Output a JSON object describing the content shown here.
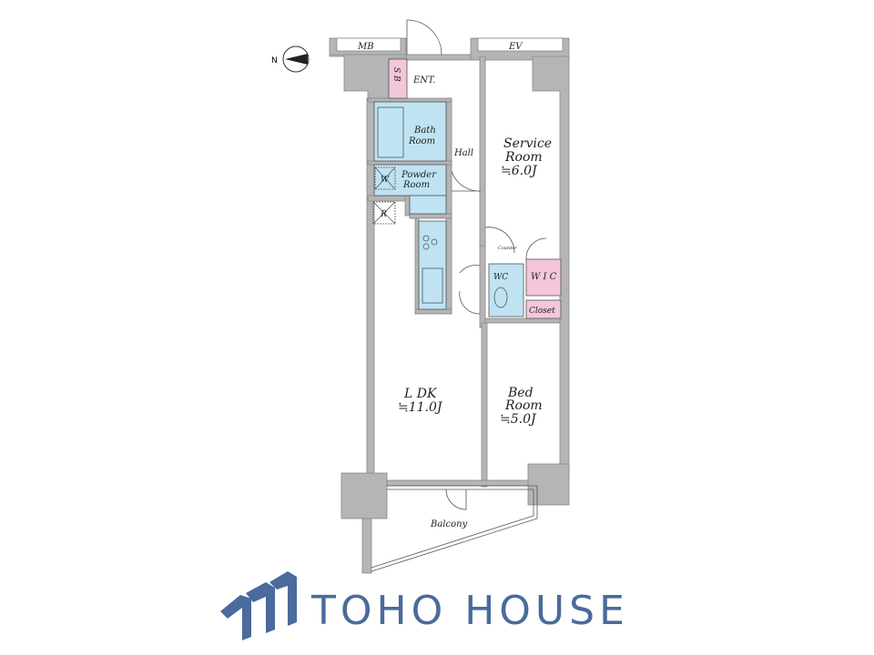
{
  "compass": {
    "north_label": "N"
  },
  "rooms": {
    "mb": "MB",
    "ev": "EV",
    "sb": "S B",
    "entrance": "ENT.",
    "bath": [
      "Bath",
      "Room"
    ],
    "hall": "Hall",
    "service": [
      "Service",
      "Room",
      "≒6.0J"
    ],
    "powder": [
      "Powder",
      "Room"
    ],
    "washer": "W",
    "refrigerator": "R",
    "counter": "Counter",
    "wc": "WC",
    "wic": "W I C",
    "closet": "Closet",
    "ldk": [
      "L DK",
      "≒11.0J"
    ],
    "bed": [
      "Bed",
      "Room",
      "≒5.0J"
    ],
    "balcony": "Balcony"
  },
  "logo": {
    "text": "TOHO HOUSE",
    "color": "#4a6b9b"
  }
}
